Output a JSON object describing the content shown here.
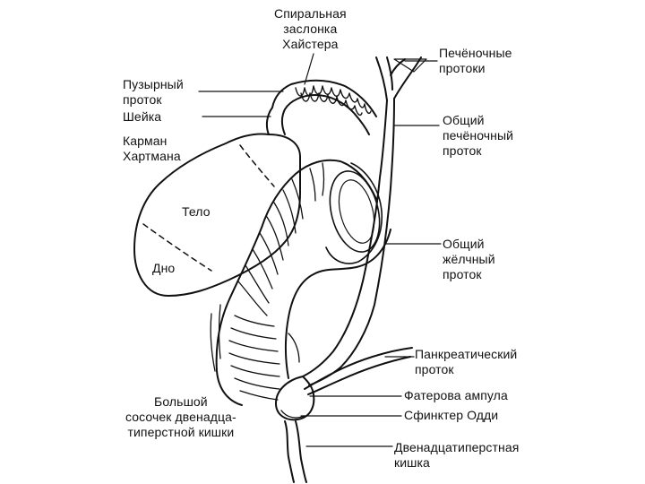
{
  "colors": {
    "ink": "#111111",
    "paper": "#ffffff"
  },
  "labels": {
    "spiral_valve": "Спиральная\nзаслонка\nХайстера",
    "hepatic_ducts": "Печёночные\nпротоки",
    "cystic_duct": "Пузырный\nпроток",
    "neck": "Шейка",
    "hartmann_pouch": "Карман\nХартмана",
    "common_hepatic_duct": "Общий\nпечёночный\nпроток",
    "body": "Тело",
    "fundus": "Дно",
    "common_bile_duct": "Общий\nжёлчный\nпроток",
    "pancreatic_duct": "Панкреатический\nпроток",
    "vater_ampulla": "Фатерова ампула",
    "major_papilla": "Большой\nсосочек двенадца-\nтиперстной кишки",
    "oddi_sphincter": "Сфинктер Одди",
    "duodenum": "Двенадцатиперстная\nкишка"
  }
}
